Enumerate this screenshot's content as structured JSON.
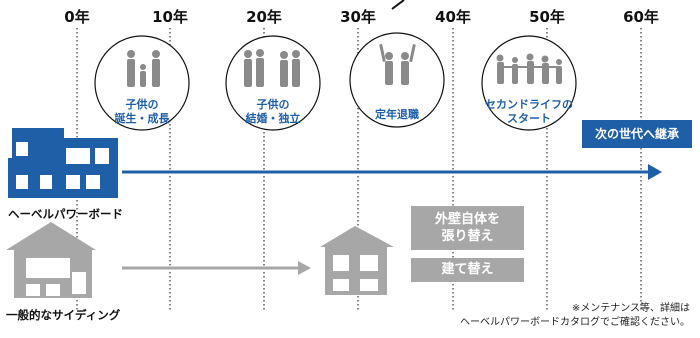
{
  "timeline": {
    "years": [
      "0年",
      "10年",
      "20年",
      "30年",
      "40年",
      "50年",
      "60年"
    ]
  },
  "life_stages": [
    {
      "line1": "子供の",
      "line2": "誕生・成長",
      "icon": "family-icon"
    },
    {
      "line1": "子供の",
      "line2": "結婚・独立",
      "icon": "couples-icon"
    },
    {
      "line1": "",
      "line2": "定年退職",
      "icon": "cheering-couple-icon"
    },
    {
      "line1": "セカンドライフの",
      "line2": "スタート",
      "icon": "group-holding-hands-icon"
    }
  ],
  "hebel": {
    "label": "ヘーベルパワーボード",
    "next_generation": "次の世代へ継承",
    "colors": {
      "primary": "#1f5fa8"
    }
  },
  "siding": {
    "label": "一般的なサイディング",
    "action1_line1": "外壁自体を",
    "action1_line2": "張り替え",
    "action2": "建て替え",
    "colors": {
      "gray": "#a7a7a7"
    }
  },
  "note": {
    "line1": "※メンテナンス等、詳細は",
    "line2": "ヘーベルパワーボードカタログでご確認ください。"
  }
}
